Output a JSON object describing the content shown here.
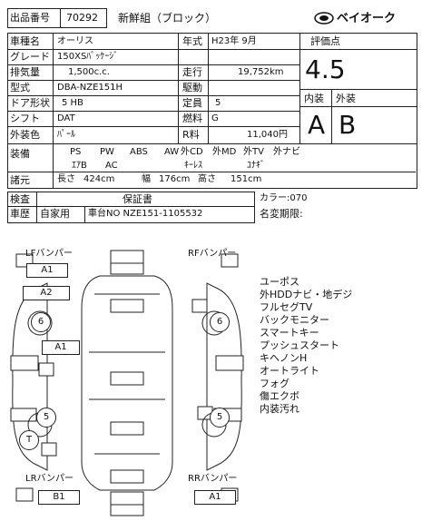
{
  "header": {
    "lot_label": "出品番号",
    "lot_number": "70292",
    "title": "新鮮組（ブロック）",
    "logo_text": "ベイオーク"
  },
  "specs": [
    {
      "label": "車種名",
      "value": "オーリス"
    },
    {
      "label": "グレード",
      "value": "150XSﾊﾟｯｹｰｼﾞ"
    },
    {
      "label": "排気量",
      "value": "1,500c.c."
    },
    {
      "label": "型式",
      "value": "DBA-NZE151H"
    },
    {
      "label": "ドア形状",
      "value": "5 HB"
    },
    {
      "label": "シフト",
      "value": "DAT"
    },
    {
      "label": "外装色",
      "value": "ﾊﾟｰﾙ"
    }
  ],
  "specs_right": [
    {
      "label": "年式",
      "value": "H23年  9月"
    },
    {
      "label": "走行",
      "value": "19,752km"
    },
    {
      "label": "駆動",
      "value": ""
    },
    {
      "label": "定員",
      "value": "5"
    },
    {
      "label": "燃料",
      "value": "G"
    },
    {
      "label": "R料",
      "value": "11,040円"
    }
  ],
  "rating": {
    "label": "評価点",
    "score": "4.5",
    "interior_label": "内装",
    "exterior_label": "外装",
    "interior": "A",
    "exterior": "B"
  },
  "equipment": {
    "label": "装備",
    "row1": [
      "PS",
      "PW",
      "ABS",
      "AW",
      "外CD",
      "外MD",
      "外TV",
      "外ナビ"
    ],
    "row2": [
      "ｴｱB",
      "AC",
      "ｷｰﾚｽ",
      "ﾕﾅｷﾞ"
    ]
  },
  "dims": {
    "label": "諸元",
    "length_label": "長さ",
    "length": "424cm",
    "width_label": "幅",
    "width": "176cm",
    "height_label": "高さ",
    "height": "151cm"
  },
  "inspection": {
    "label": "検査",
    "warranty": "保証書",
    "color_code": "カラー:070",
    "expiry": "名変期限:",
    "reg_label": "車歴",
    "reg": "自家用",
    "chassis": "車台NO  NZE151-1105532"
  },
  "diagram": {
    "lf": "LFバンパー",
    "rf": "RFバンパー",
    "lr": "LRバンパー",
    "rr": "RRバンパー",
    "a1_lf": "A1",
    "a2": "A2",
    "a1_side": "A1",
    "lr_val": "B1",
    "rr_val": "A1",
    "c6_left": "6",
    "c6_right": "6",
    "c5_left": "5",
    "c5_right": "5",
    "t": "T"
  },
  "notes": [
    "ユーポス",
    "外HDDナビ・地デジ",
    "フルセグTV",
    "バックモニター",
    "スマートキー",
    "プッシュスタート",
    "キヘノンH",
    "オートライト",
    "フォグ",
    "傷エクボ",
    "内装汚れ"
  ]
}
